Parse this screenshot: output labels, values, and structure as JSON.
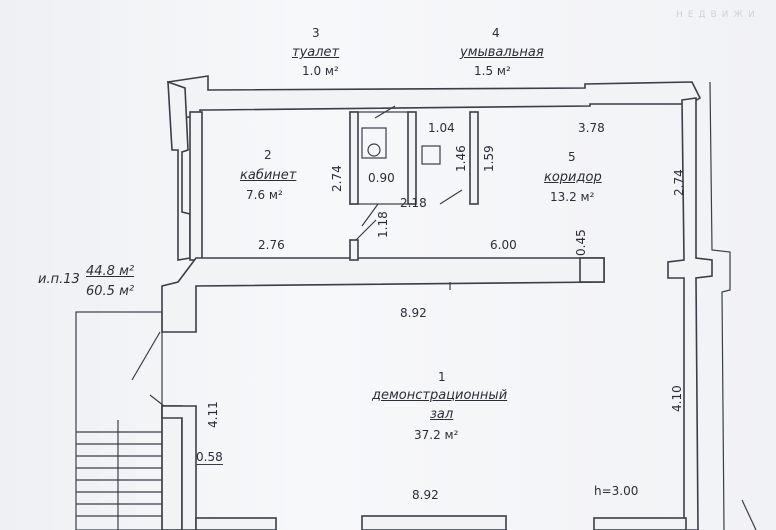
{
  "watermark": "НЕДВИЖИ",
  "rooms": {
    "toilet": {
      "number": "3",
      "name": "туалет",
      "area": "1.0 м²"
    },
    "washroom": {
      "number": "4",
      "name": "умывальная",
      "area": "1.5 м²"
    },
    "office": {
      "number": "2",
      "name": "кабинет",
      "area": "7.6 м²"
    },
    "corridor": {
      "number": "5",
      "name": "коридор",
      "area": "13.2 м²"
    },
    "hall": {
      "number": "1",
      "name_line1": "демонстрационный",
      "name_line2": "зал",
      "area": "37.2 м²"
    }
  },
  "summary": {
    "label": "и.п.13",
    "area1": "44.8 м²",
    "area2": "60.5 м²"
  },
  "dimensions": {
    "d_104": "1.04",
    "d_378": "3.78",
    "d_274_left": "2.74",
    "d_090": "0.90",
    "d_146": "1.46",
    "d_159": "1.59",
    "d_218": "2.18",
    "d_274_right": "2.74",
    "d_118": "1.18",
    "d_276": "2.76",
    "d_600": "6.00",
    "d_045": "0.45",
    "d_892_top": "8.92",
    "d_411": "4.11",
    "d_410": "4.10",
    "d_058": "0.58",
    "d_892_bottom": "8.92",
    "height": "h=3.00"
  }
}
